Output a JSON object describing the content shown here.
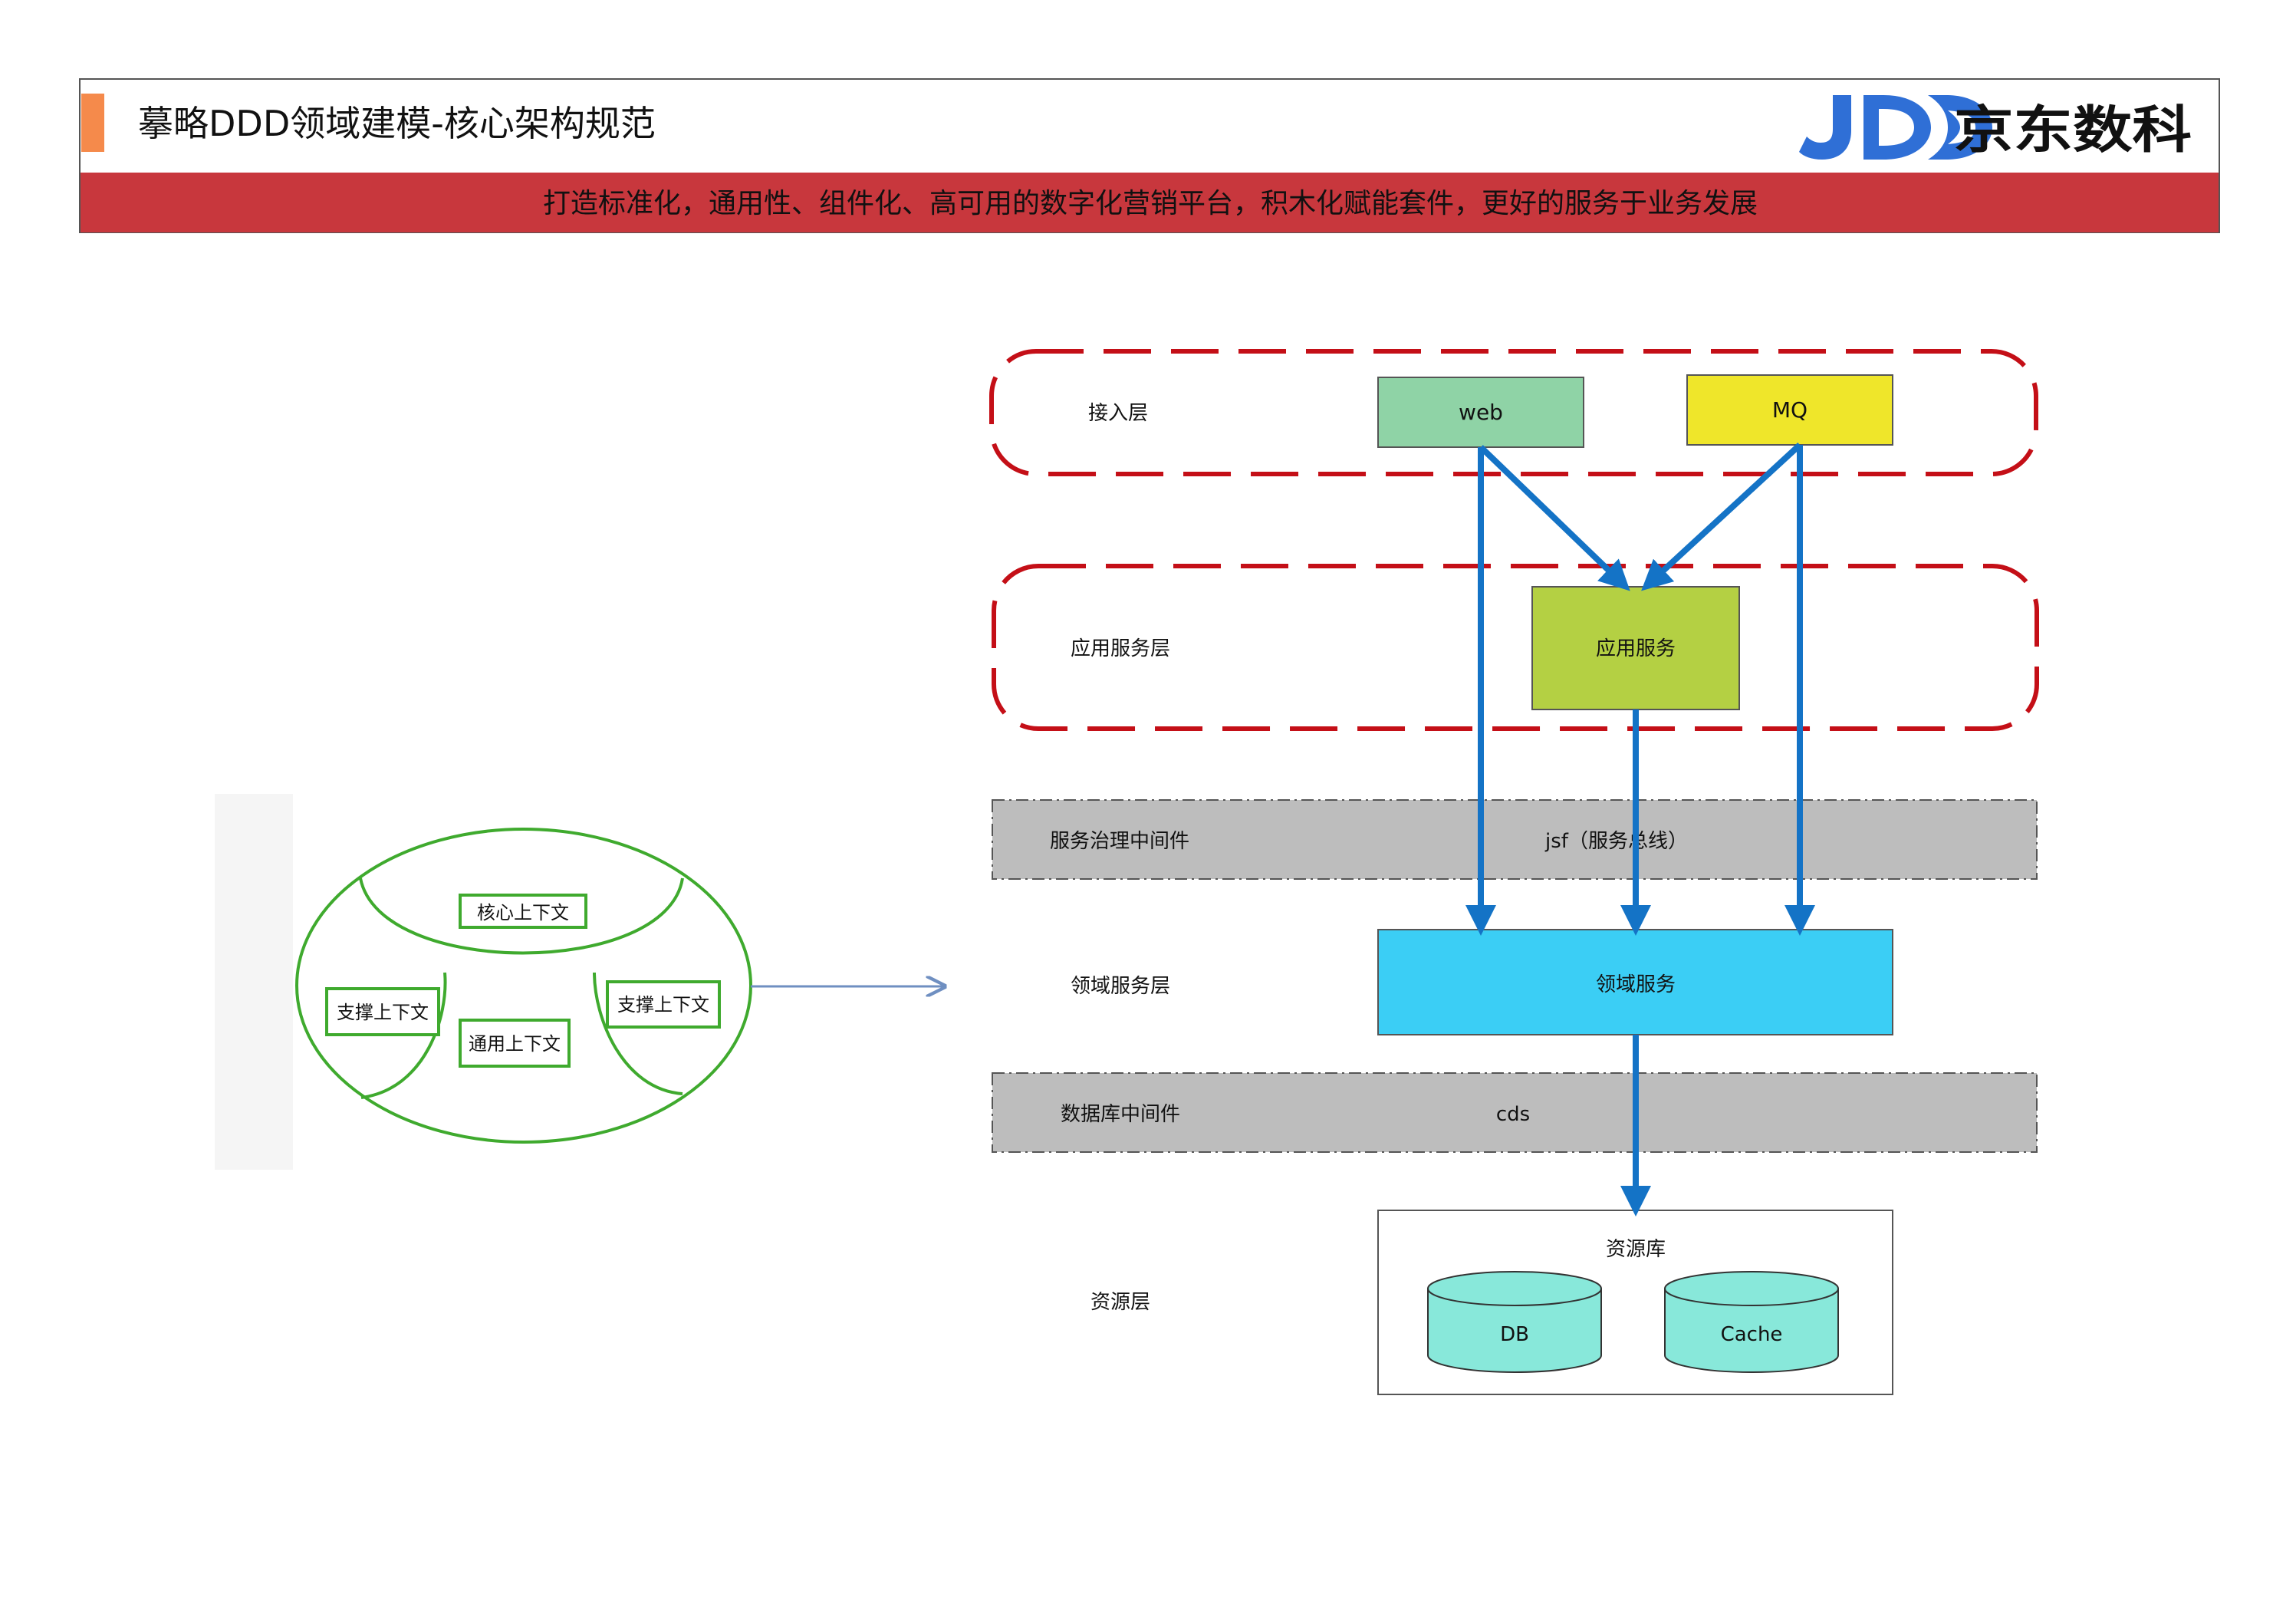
{
  "header": {
    "title": "摹略DDD领域建模-核心架构规范",
    "logo_text": "京东数科",
    "banner": "打造标准化，通用性、组件化、高可用的数字化营销平台，积木化赋能套件，更好的服务于业务发展"
  },
  "context_map": {
    "core": "核心上下文",
    "support_left": "支撑上下文",
    "support_right": "支撑上下文",
    "generic": "通用上下文"
  },
  "layers": {
    "access": "接入层",
    "app_service": "应用服务层",
    "service_governance": "服务治理中间件",
    "domain_service": "领域服务层",
    "db_middleware": "数据库中间件",
    "resource": "资源层"
  },
  "nodes": {
    "web": "web",
    "mq": "MQ",
    "app_service": "应用服务",
    "jsf": "jsf（服务总线）",
    "domain_service": "领域服务",
    "cds": "cds",
    "resource_pool": "资源库",
    "db": "DB",
    "cache": "Cache"
  },
  "colors": {
    "banner_red": "#C8373D",
    "accent_orange": "#F58A4B",
    "logo_blue": "#2F6FD6",
    "dash_red": "#C40F17",
    "web_green": "#8FD3A6",
    "mq_yellow": "#EFE62A",
    "app_green": "#B4D043",
    "middleware_gray": "#BDBDBD",
    "domain_cyan": "#3BCEF5",
    "cylinder_teal": "#88E8DA",
    "arrow_blue": "#1473C6",
    "context_green": "#3FAA2E"
  }
}
